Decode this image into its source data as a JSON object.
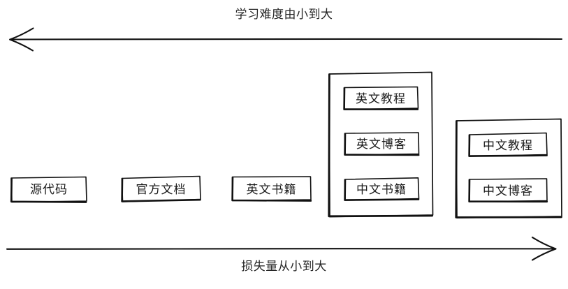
{
  "diagram": {
    "type": "sketch-spectrum-diagram",
    "background_color": "#ffffff",
    "stroke_color": "#111111",
    "text_color": "#1a1a1a",
    "top_axis": {
      "label": "学习难度由小到大",
      "direction": "left",
      "arrowhead": "left-end"
    },
    "bottom_axis": {
      "label": "损失量从小到大",
      "direction": "right",
      "arrowhead": "right-end"
    },
    "nodes": [
      {
        "id": "source-code",
        "label": "源代码"
      },
      {
        "id": "official-docs",
        "label": "官方文档"
      },
      {
        "id": "english-books",
        "label": "英文书籍"
      }
    ],
    "groups": [
      {
        "id": "group-english-media",
        "items": [
          {
            "id": "english-tutorial",
            "label": "英文教程"
          },
          {
            "id": "english-blog",
            "label": "英文博客"
          },
          {
            "id": "chinese-books",
            "label": "中文书籍"
          }
        ]
      },
      {
        "id": "group-chinese-media",
        "items": [
          {
            "id": "chinese-tutorial",
            "label": "中文教程"
          },
          {
            "id": "chinese-blog",
            "label": "中文博客"
          }
        ]
      }
    ]
  }
}
